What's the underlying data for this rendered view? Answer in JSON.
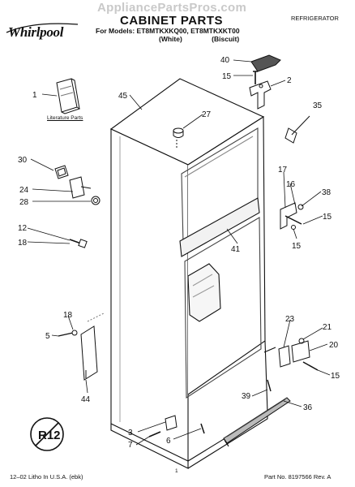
{
  "header": {
    "watermark": "AppliancePartsPros.com",
    "logo": "Whirlpool",
    "title": "CABINET PARTS",
    "models_line": "For Models: ET8MTKXKQ00, ET8MTKXKT00",
    "color_white": "(White)",
    "color_biscuit": "(Biscuit)",
    "category": "REFRIGERATOR"
  },
  "literature_label": "Literature Parts",
  "callouts": [
    {
      "id": "1"
    },
    {
      "id": "2"
    },
    {
      "id": "3"
    },
    {
      "id": "5"
    },
    {
      "id": "6"
    },
    {
      "id": "7"
    },
    {
      "id": "12"
    },
    {
      "id": "15"
    },
    {
      "id": "16"
    },
    {
      "id": "17"
    },
    {
      "id": "18"
    },
    {
      "id": "20"
    },
    {
      "id": "21"
    },
    {
      "id": "23"
    },
    {
      "id": "24"
    },
    {
      "id": "27"
    },
    {
      "id": "28"
    },
    {
      "id": "30"
    },
    {
      "id": "35"
    },
    {
      "id": "36"
    },
    {
      "id": "38"
    },
    {
      "id": "39"
    },
    {
      "id": "40"
    },
    {
      "id": "41"
    },
    {
      "id": "44"
    },
    {
      "id": "45"
    }
  ],
  "badge": "R12",
  "footer": {
    "left": "12–02 Litho In U.S.A. (ebk)",
    "page": "1",
    "right": "Part No. 8197566 Rev. A"
  }
}
